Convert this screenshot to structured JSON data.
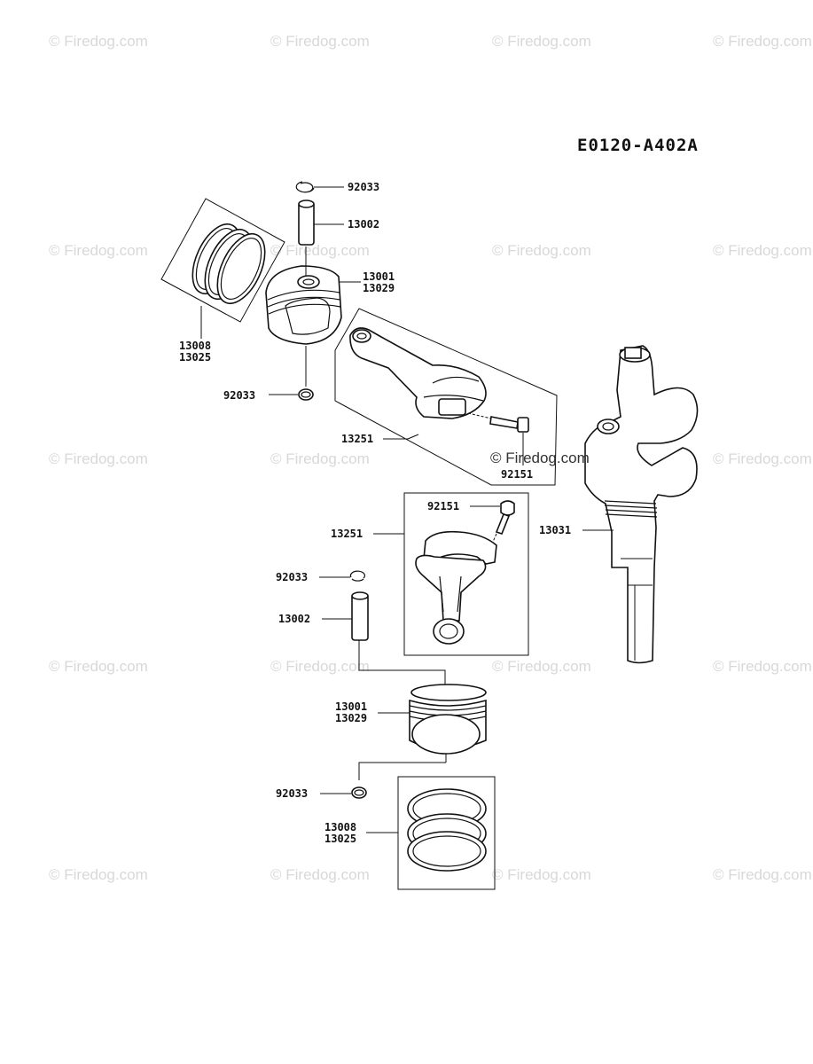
{
  "watermark": "© Firedog.com",
  "watermark_center": "© Firedog.com",
  "diagram_code": "E0120-A402A",
  "labels": {
    "top_clip": "92033",
    "top_pin": "13002",
    "top_piston_a": "13001",
    "top_piston_b": "13029",
    "top_rings_a": "13008",
    "top_rings_b": "13025",
    "top_lower_clip": "92033",
    "top_rod": "13251",
    "top_bolt": "92151",
    "crankshaft": "13031",
    "mid_bolt": "92151",
    "mid_rod": "13251",
    "mid_clip": "92033",
    "mid_pin": "13002",
    "mid_piston_a": "13001",
    "mid_piston_b": "13029",
    "bot_clip": "92033",
    "bot_rings_a": "13008",
    "bot_rings_b": "13025"
  },
  "icons": {
    "circlip": "circlip-icon",
    "pin": "piston-pin-icon",
    "piston": "piston-icon",
    "rings": "piston-ring-set-icon",
    "rod": "connecting-rod-icon",
    "bolt": "bolt-icon",
    "crankshaft": "crankshaft-icon"
  }
}
